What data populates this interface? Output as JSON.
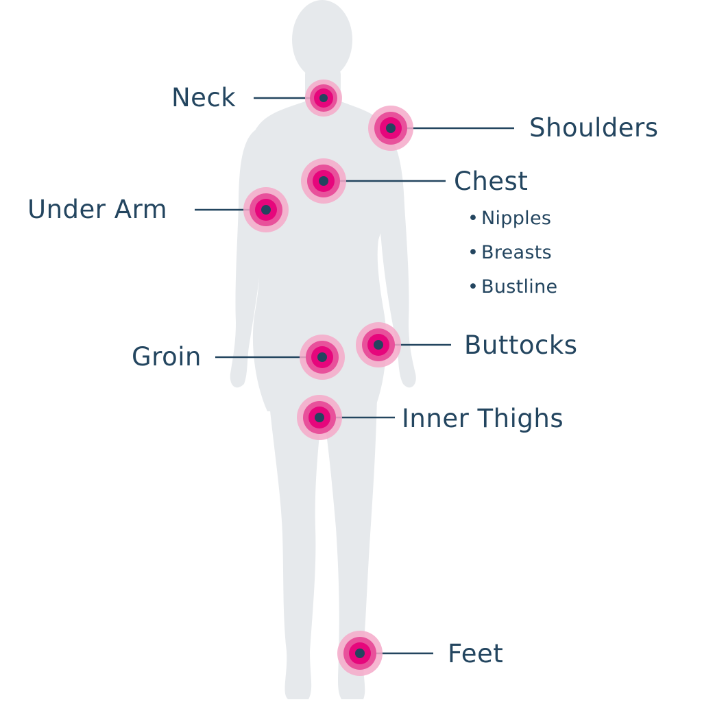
{
  "colors": {
    "silhouette": "#e6e9ec",
    "text": "#23455f",
    "ring_outer": "#f5a9c9",
    "ring_mid": "#e8519b",
    "ring_inner": "#e6067c",
    "dot": "#23455f",
    "leader": "#23455f"
  },
  "hotspots": [
    {
      "id": "neck",
      "label": "Neck"
    },
    {
      "id": "shoulders",
      "label": "Shoulders"
    },
    {
      "id": "chest",
      "label": "Chest",
      "sub_items": [
        "Nipples",
        "Breasts",
        "Bustline"
      ]
    },
    {
      "id": "under-arm",
      "label": "Under Arm"
    },
    {
      "id": "groin",
      "label": "Groin"
    },
    {
      "id": "buttocks",
      "label": "Buttocks"
    },
    {
      "id": "inner-thighs",
      "label": "Inner Thighs"
    },
    {
      "id": "feet",
      "label": "Feet"
    }
  ],
  "bullet_glyph": "•"
}
